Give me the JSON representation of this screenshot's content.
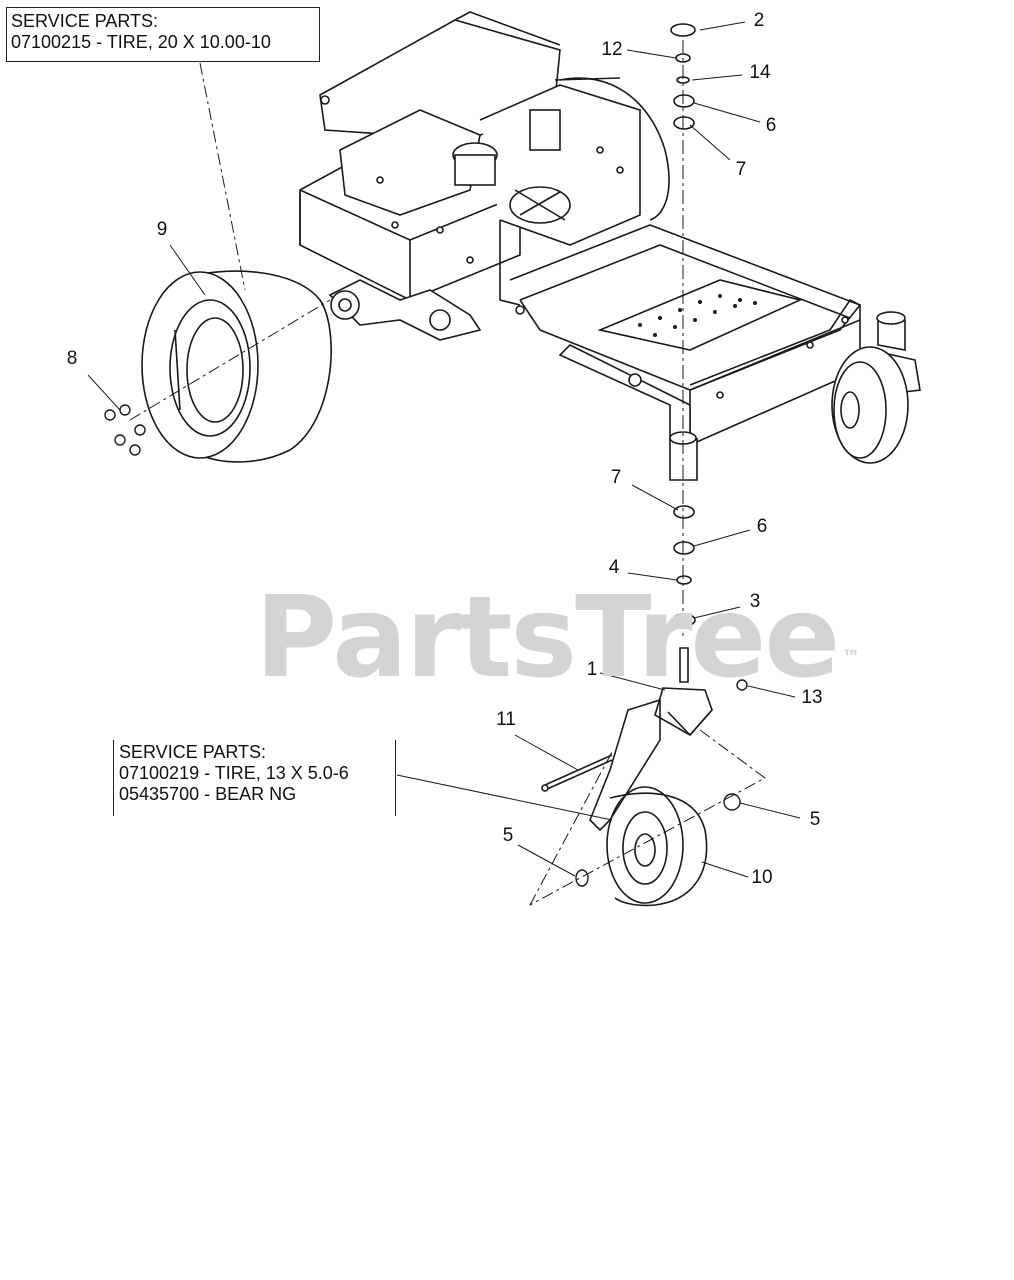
{
  "watermark": {
    "text": "PartsTree",
    "trademark": "™"
  },
  "service_parts": [
    {
      "heading": "SERVICE PARTS:",
      "lines": [
        "07100215 - TIRE, 20 X 10.00-10"
      ]
    },
    {
      "heading": "SERVICE PARTS:",
      "lines": [
        "07100219 - TIRE, 13 X 5.0-6",
        "05435700 - BEAR NG"
      ]
    }
  ],
  "callouts": {
    "c2": "2",
    "c12": "12",
    "c14": "14",
    "c6a": "6",
    "c7a": "7",
    "c9": "9",
    "c8": "8",
    "c7b": "7",
    "c6b": "6",
    "c4": "4",
    "c3": "3",
    "c1": "1",
    "c13": "13",
    "c11": "11",
    "c5a": "5",
    "c5b": "5",
    "c10": "10"
  }
}
